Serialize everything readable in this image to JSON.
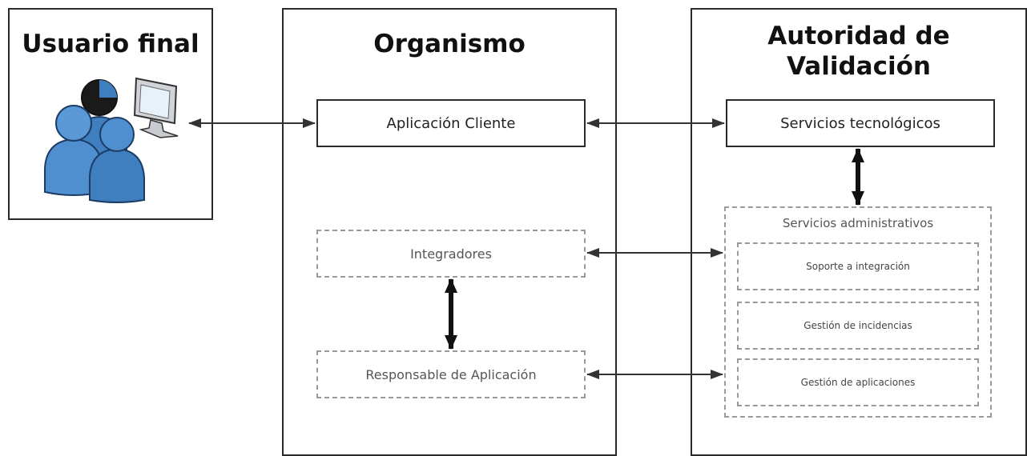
{
  "panels": {
    "user": {
      "title": "Usuario final"
    },
    "org": {
      "title": "Organismo"
    },
    "authority": {
      "title": "Autoridad de\nValidación"
    }
  },
  "boxes": {
    "client_app": "Aplicación Cliente",
    "integrators": "Integradores",
    "app_owner": "Responsable de Aplicación",
    "tech_services": "Servicios tecnológicos"
  },
  "admin_services": {
    "title": "Servicios administrativos",
    "items": [
      "Soporte a integración",
      "Gestión de incidencias",
      "Gestión de aplicaciones"
    ]
  },
  "colors": {
    "border": "#2b2b2b",
    "dashed": "#9a9a9a",
    "person_blue": "#3f7fc0",
    "person_dark": "#1f3f6e",
    "arrow": "#333333"
  },
  "icons": [
    "users-at-computer-icon"
  ]
}
